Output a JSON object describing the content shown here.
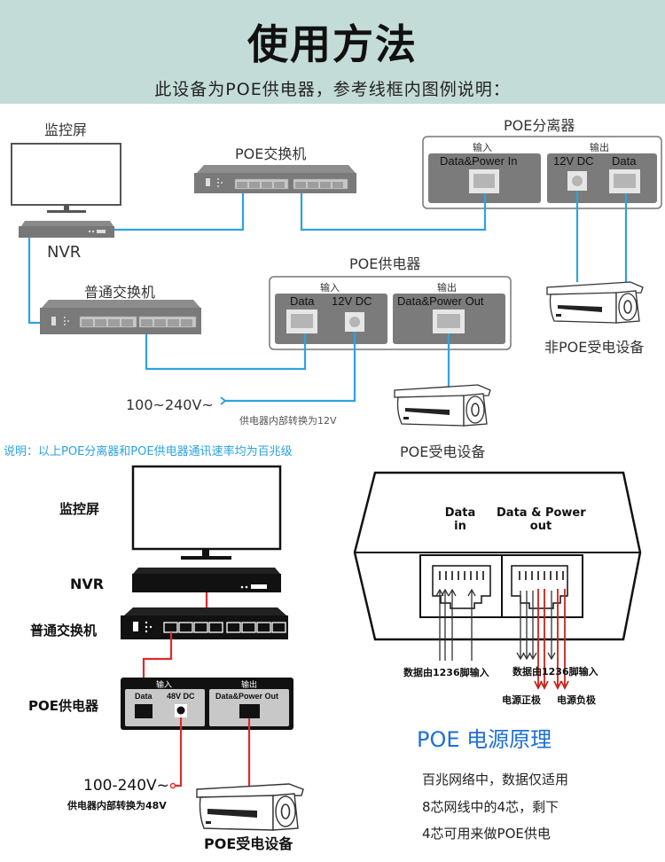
{
  "header": {
    "title": "使用方法",
    "subtitle": "此设备为POE供电器，参考线框内图例说明："
  },
  "top_diagram": {
    "monitor_label": "监控屏",
    "nvr_label": "NVR",
    "poe_switch_label": "POE交换机",
    "normal_switch_label": "普通交换机",
    "splitter": {
      "title": "POE分离器",
      "input_label": "输入",
      "input_port": "Data&Power In",
      "output_label": "输出",
      "output_port_dc": "12V DC",
      "output_port_data": "Data"
    },
    "injector": {
      "title": "POE供电器",
      "input_label": "输入",
      "input_port_data": "Data",
      "input_port_dc": "12V DC",
      "output_label": "输出",
      "output_port": "Data&Power Out"
    },
    "non_poe_device_label": "非POE受电设备",
    "poe_device_label": "POE受电设备",
    "ac_input": "100~240V~",
    "conversion_note": "供电器内部转换为12V",
    "line_color": "#2ea3df"
  },
  "note": "说明：以上POE分离器和POE供电器通讯速率均为百兆级",
  "bottom_left_diagram": {
    "monitor_label": "监控屏",
    "nvr_label": "NVR",
    "normal_switch_label": "普通交换机",
    "injector_label": "POE供电器",
    "injector": {
      "input_label": "输入",
      "input_port_data": "Data",
      "input_port_dc": "48V DC",
      "output_label": "输出",
      "output_port": "Data&Power Out"
    },
    "ac_input": "100-240V~",
    "conversion_note": "供电器内部转换为48V",
    "poe_device_label": "POE受电设备",
    "line_color": "#e02a2a"
  },
  "principle_diagram": {
    "data_in_line1": "Data",
    "data_in_line2": "in",
    "data_power_out_line1": "Data & Power",
    "data_power_out_line2": "out",
    "left_pins_caption": "数据由1236脚输入",
    "right_pins_caption": "数据由1236脚输入",
    "power_positive": "电源正极",
    "power_negative": "电源负极",
    "title": "POE 电源原理",
    "description": [
      "百兆网络中，数据仅适用",
      "8芯网线中的4芯，剩下",
      "4芯可用来做POE供电"
    ],
    "title_color": "#1e6fd6",
    "power_arrow_color": "#c8221c"
  }
}
